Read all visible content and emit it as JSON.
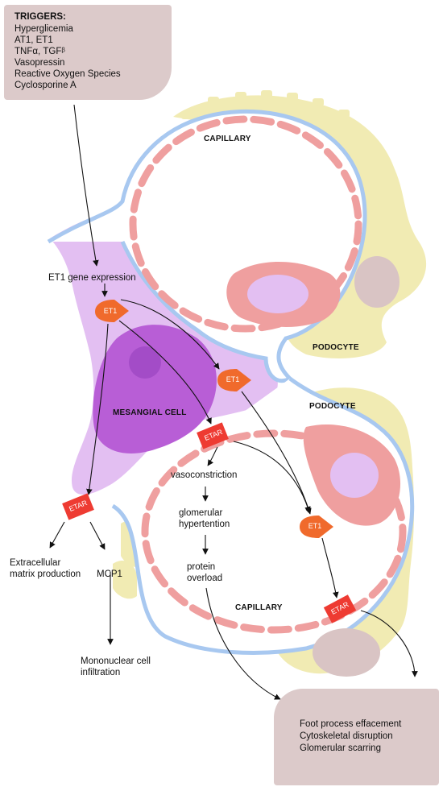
{
  "triggers": {
    "title": "TRIGGERS:",
    "items": [
      "Hyperglicemia",
      "AT1, ET1",
      "TNFα, TGFᵝ",
      "Vasopressin",
      "Reactive Oxygen Species",
      "Cyclosporine A"
    ]
  },
  "labels": {
    "capillary_top": "CAPILLARY",
    "capillary_bottom": "CAPILLARY",
    "podocyte_upper": "PODOCYTE",
    "podocyte_lower": "PODOCYTE",
    "mesangial_cell": "MESANGIAL CELL"
  },
  "molecules": {
    "et1": "ET1",
    "etar": "ETAR"
  },
  "pathway": {
    "gene_expression": "ET1 gene expression",
    "vasoconstriction": "vasoconstriction",
    "glomerular_hypertension": [
      "glomerular",
      "hypertention"
    ],
    "protein_overload": [
      "protein",
      "overload"
    ],
    "extracellular_matrix": [
      "Extracellular",
      "matrix production"
    ],
    "mcp1": "MCP1",
    "mononuclear": [
      "Mononuclear cell",
      "infiltration"
    ]
  },
  "outcomes": [
    "Foot process effacement",
    "Cytoskeletal disruption",
    "Glomerular scarring"
  ],
  "colors": {
    "box": "#dccaca",
    "podocyte": "#f1ebb3",
    "mesangial": "#e3bff2",
    "nucleus": "#b85ed6",
    "capillary_membrane": "#a8c8f0",
    "endothelium": "#ef9f9f",
    "et1": "#f06a2c",
    "etar": "#ee3b32"
  }
}
